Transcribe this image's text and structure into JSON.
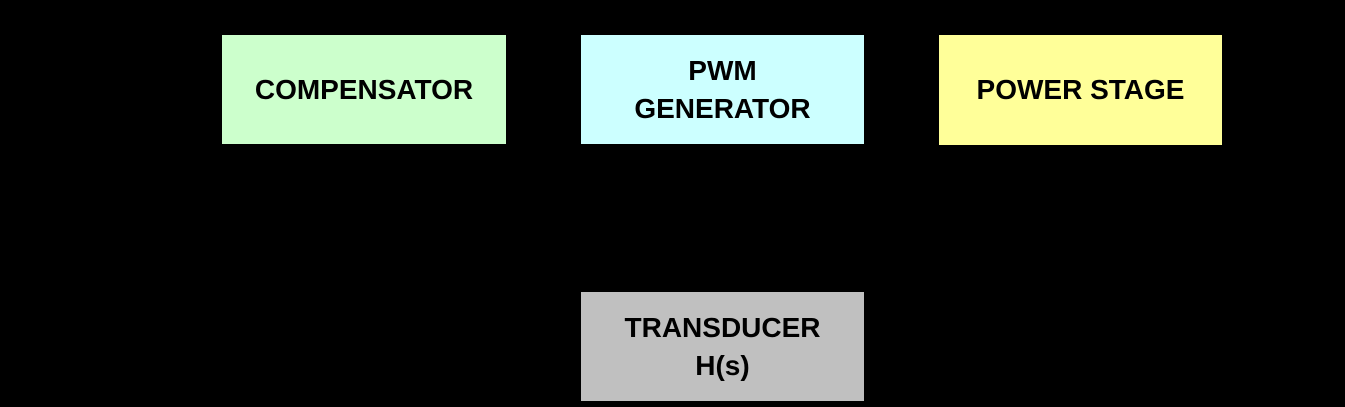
{
  "diagram": {
    "background_color": "#000000",
    "text_color": "#000000",
    "blocks": [
      {
        "id": "compensator",
        "label": "COMPENSATOR",
        "fill_color": "#CCFFCC"
      },
      {
        "id": "pwm-generator",
        "label": "PWM\nGENERATOR",
        "fill_color": "#CCFFFF"
      },
      {
        "id": "power-stage",
        "label": "POWER STAGE",
        "fill_color": "#FFFF99"
      },
      {
        "id": "transducer",
        "label": "TRANSDUCER\nH(s)",
        "fill_color": "#C0C0C0"
      }
    ]
  }
}
